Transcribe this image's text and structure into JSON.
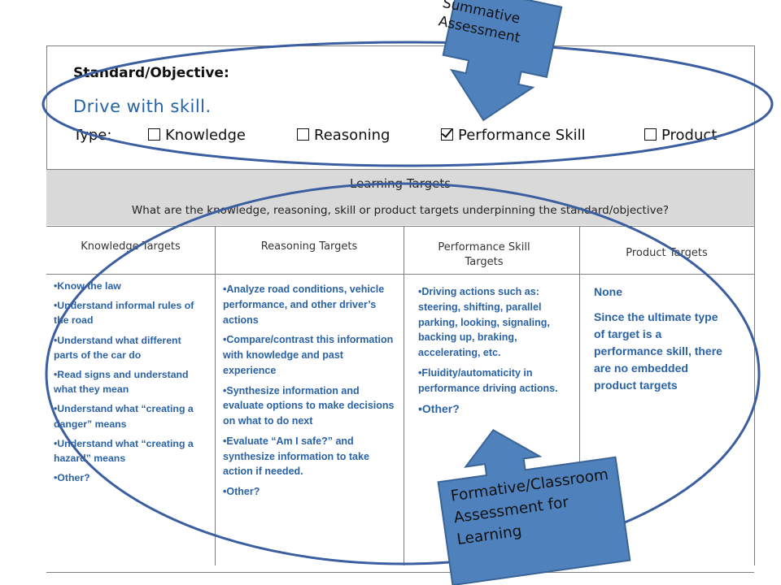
{
  "callouts": {
    "summative": "Summative Assessment",
    "formative": "Formative/Classroom Assessment for Learning"
  },
  "standard": {
    "label": "Standard/Objective:",
    "title": "Drive with skill.",
    "type_label": "Type:",
    "types": [
      {
        "label": "Knowledge",
        "checked": false
      },
      {
        "label": "Reasoning",
        "checked": false
      },
      {
        "label": "Performance Skill",
        "checked": true
      },
      {
        "label": "Product",
        "checked": false
      }
    ]
  },
  "learning_targets": {
    "title": "Learning Targets",
    "question": "What are the knowledge, reasoning, skill or product targets underpinning the standard/objective?"
  },
  "columns": [
    {
      "header": "Knowledge Targets",
      "items": [
        "•Know the law",
        "•Understand informal rules of the road",
        "•Understand what different parts of the car do",
        "•Read signs and understand what they mean",
        "•Understand what “creating a danger” means",
        "•Understand what “creating a hazard” means",
        "•Other?"
      ]
    },
    {
      "header": "Reasoning Targets",
      "items": [
        "•Analyze road conditions, vehicle performance, and other driver’s actions",
        "•Compare/contrast this information with knowledge and past experience",
        "•Synthesize information and evaluate options to make decisions on what to do next",
        "•Evaluate “Am I safe?” and synthesize information to take action if needed.",
        "•Other?"
      ]
    },
    {
      "header": "Performance Skill Targets",
      "items": [
        "•Driving actions such as: steering, shifting, parallel parking, looking, signaling, backing up, braking, accelerating, etc.",
        "•Fluidity/automaticity in performance driving actions.",
        "•Other?"
      ]
    },
    {
      "header": "Product Targets",
      "items": [
        "None",
        "Since the ultimate type of target is a performance skill, there are no embedded product targets"
      ]
    }
  ],
  "colors": {
    "accent": "#2a62a6",
    "callout_fill": "#4f81bd",
    "callout_border": "#3a6496",
    "ellipse": "#3a5ea0",
    "band": "#d9d9d9"
  }
}
